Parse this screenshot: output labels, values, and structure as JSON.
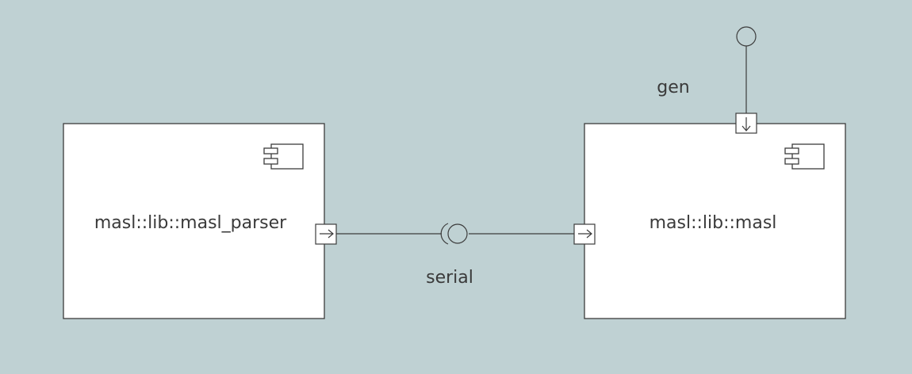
{
  "components": [
    {
      "id": "parser",
      "name": "masl::lib::masl_parser",
      "icon": "uml-component-icon"
    },
    {
      "id": "masl",
      "name": "masl::lib::masl",
      "icon": "uml-component-icon"
    }
  ],
  "interfaces": [
    {
      "id": "serial",
      "label": "serial",
      "kind": "required-provided-socket"
    },
    {
      "id": "gen",
      "label": "gen",
      "kind": "provided-lollipop"
    }
  ],
  "ports": [
    {
      "id": "parser-out",
      "icon": "arrow-right-icon"
    },
    {
      "id": "masl-in",
      "icon": "arrow-right-icon"
    },
    {
      "id": "masl-gen",
      "icon": "arrow-down-icon"
    }
  ],
  "colors": {
    "background": "#bfd1d3",
    "box_fill": "#ffffff",
    "stroke": "#3c3c3c",
    "text": "#3a3a3a"
  }
}
